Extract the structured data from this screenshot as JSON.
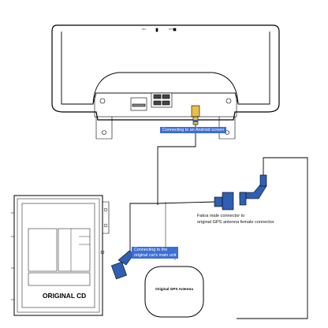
{
  "screen": {
    "label": "Connecting to an Android screen",
    "tiny_marks": [
      "MIC",
      "",
      "RST"
    ]
  },
  "main_unit": {
    "title": "ORIGINAL CD",
    "label_line1": "Connecting to the",
    "label_line2": "original car's main unit"
  },
  "fakra": {
    "line1": "Fakra male connector to",
    "line2": "original GPS antenna female connector"
  },
  "gps_antenna": {
    "label": "Original GPS Antenna"
  },
  "colors": {
    "label_bg": "#3d6fd4",
    "fakra_blue": "#2f5fb3",
    "connector_yellow": "#e6c04d",
    "line": "#000000"
  }
}
